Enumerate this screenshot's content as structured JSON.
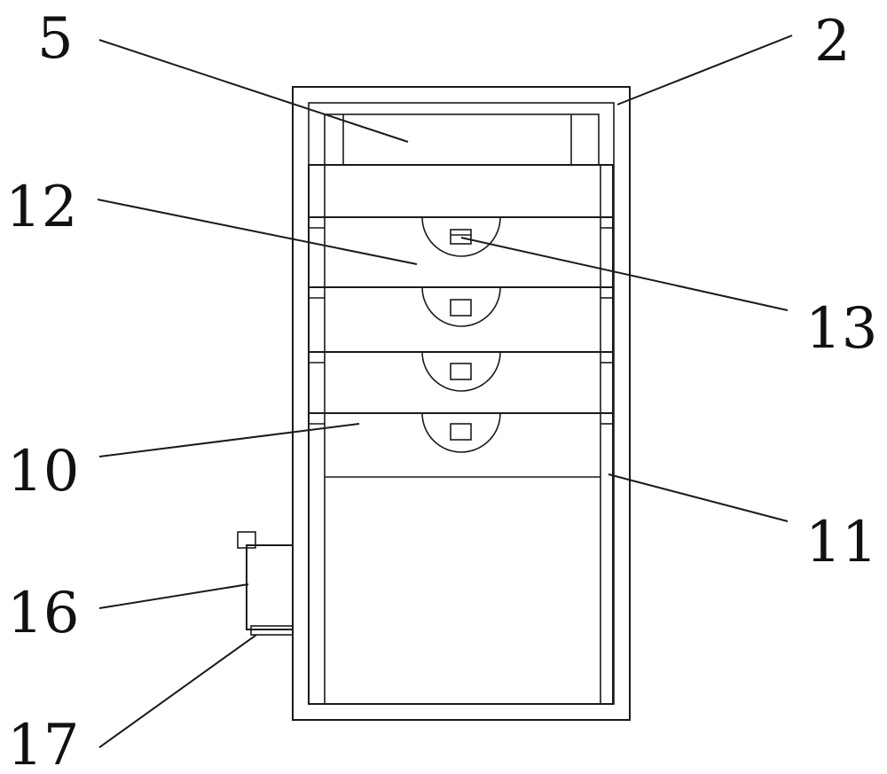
{
  "figure": {
    "callouts": [
      {
        "id": "c5",
        "label": "5"
      },
      {
        "id": "c2",
        "label": "2"
      },
      {
        "id": "c12",
        "label": "12"
      },
      {
        "id": "c13",
        "label": "13"
      },
      {
        "id": "c10",
        "label": "10"
      },
      {
        "id": "c11",
        "label": "11"
      },
      {
        "id": "c16",
        "label": "16"
      },
      {
        "id": "c17",
        "label": "17"
      }
    ]
  },
  "colors": {
    "line": "#1a1a1a",
    "background": "#ffffff"
  }
}
